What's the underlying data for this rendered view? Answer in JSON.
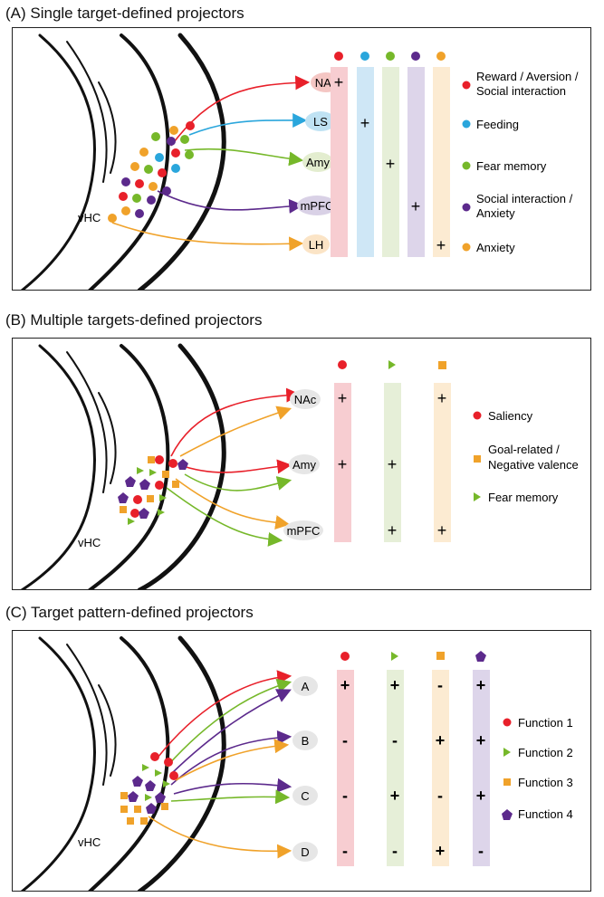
{
  "panelA": {
    "title": "(A)  Single target-defined projectors",
    "region_label": "vHC",
    "targets": [
      "NAc",
      "LS",
      "Amy",
      "mPFC",
      "LH"
    ],
    "legend": [
      {
        "color": "#e8202a",
        "lines": [
          "Reward / Aversion /",
          "Social interaction"
        ]
      },
      {
        "color": "#2aa6dc",
        "lines": [
          "Feeding"
        ]
      },
      {
        "color": "#76b82a",
        "lines": [
          "Fear memory"
        ]
      },
      {
        "color": "#5c2a8c",
        "lines": [
          "Social interaction /",
          "Anxiety"
        ]
      },
      {
        "color": "#f0a22a",
        "lines": [
          "Anxiety"
        ]
      }
    ],
    "matrix": [
      [
        "+",
        "",
        "",
        "",
        ""
      ],
      [
        "",
        "+",
        "",
        "",
        ""
      ],
      [
        "",
        "",
        "+",
        "",
        ""
      ],
      [
        "",
        "",
        "",
        "+",
        ""
      ],
      [
        "",
        "",
        "",
        "",
        "+"
      ]
    ]
  },
  "panelB": {
    "title": "(B)  Multiple targets-defined projectors",
    "region_label": "vHC",
    "targets": [
      "NAc",
      "Amy",
      "mPFC"
    ],
    "legend": [
      {
        "color": "#e8202a",
        "shape": "circle",
        "lines": [
          "Saliency"
        ]
      },
      {
        "color": "#f0a22a",
        "shape": "square",
        "lines": [
          "Goal-related /",
          "Negative valence"
        ]
      },
      {
        "color": "#76b82a",
        "shape": "triangle",
        "lines": [
          "Fear memory"
        ]
      }
    ],
    "matrix": [
      [
        "+",
        "",
        "+"
      ],
      [
        "+",
        "+",
        ""
      ],
      [
        "",
        "+",
        "+"
      ]
    ]
  },
  "panelC": {
    "title": "(C)  Target pattern-defined projectors",
    "region_label": "vHC",
    "targets": [
      "A",
      "B",
      "C",
      "D"
    ],
    "legend": [
      {
        "color": "#e8202a",
        "shape": "circle",
        "lines": [
          "Function 1"
        ]
      },
      {
        "color": "#76b82a",
        "shape": "triangle",
        "lines": [
          "Function 2"
        ]
      },
      {
        "color": "#f0a22a",
        "shape": "square",
        "lines": [
          "Function 3"
        ]
      },
      {
        "color": "#5c2a8c",
        "shape": "pentagon",
        "lines": [
          "Function 4"
        ]
      }
    ],
    "matrix": [
      [
        "+",
        "+",
        "-",
        "+"
      ],
      [
        "-",
        "-",
        "+",
        "+"
      ],
      [
        "-",
        "+",
        "-",
        "+"
      ],
      [
        "-",
        "-",
        "+",
        "-"
      ]
    ]
  },
  "colors": {
    "red": "#e8202a",
    "blue": "#2aa6dc",
    "green": "#76b82a",
    "purple": "#5c2a8c",
    "orange": "#f0a22a",
    "col_red": "#f7cdd1",
    "col_blue": "#cfe7f6",
    "col_green": "#e6efd8",
    "col_purple": "#ddd5ea",
    "col_orange": "#fcebd2",
    "target_a": "#f4c6c3",
    "target_b": "#bfe2f3",
    "target_c": "#e3edcf",
    "target_d": "#d9d1e6",
    "target_e": "#fbe4c6",
    "target_gray": "#e6e6e6"
  }
}
